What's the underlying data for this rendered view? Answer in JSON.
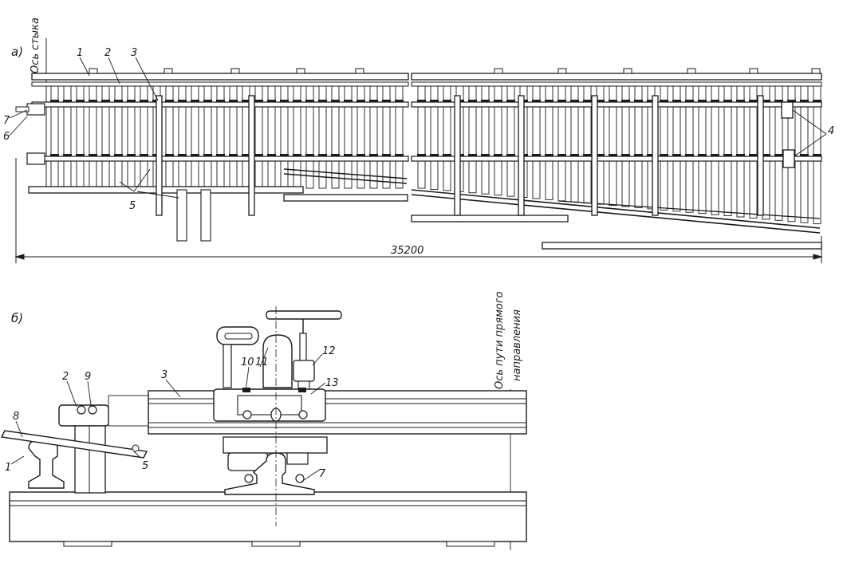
{
  "panel_a": {
    "label": "а)",
    "axis_label": "Ось стыка",
    "dimension": "35200",
    "callouts": [
      "1",
      "2",
      "3",
      "4",
      "5",
      "6",
      "7"
    ]
  },
  "panel_b": {
    "label": "б)",
    "axis_label": "Ось пути прямого направления",
    "callouts": [
      "1",
      "2",
      "3",
      "5",
      "7",
      "8",
      "9",
      "10",
      "11",
      "12",
      "13"
    ]
  }
}
